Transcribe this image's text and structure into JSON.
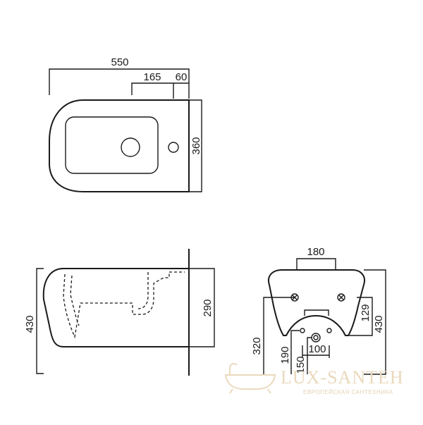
{
  "dimensions": {
    "top_width": "550",
    "top_bowl": "165",
    "top_offset": "60",
    "top_depth": "360",
    "side_height": "430",
    "side_bowl_height": "290",
    "rear_width": "180",
    "rear_height": "430",
    "rear_129": "129",
    "rear_320": "320",
    "rear_190": "190",
    "rear_150": "150",
    "rear_100": "100"
  },
  "watermark": {
    "brand": "LUX-SANTEH",
    "tagline": "ЕВРОПЕЙСКАЯ САНТЕХНИКА",
    "icon": "bathtub-icon"
  },
  "colors": {
    "line": "#1a1a1a",
    "watermark": "#e9d9bd"
  }
}
